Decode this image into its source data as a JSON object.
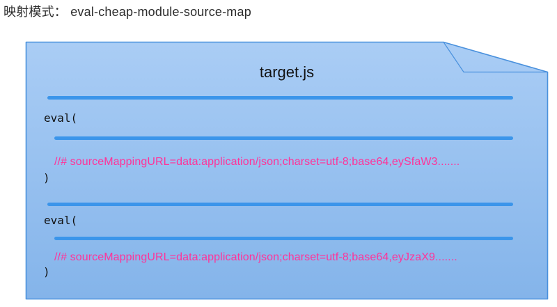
{
  "header": {
    "label": "映射模式：",
    "mode": "eval-cheap-module-source-map"
  },
  "document": {
    "title": "target.js",
    "blocks": [
      {
        "eval_open": "eval(",
        "source_mapping": "//# sourceMappingURL=data:application/json;charset=utf-8;base64,eySfaW3.......",
        "eval_close": ")"
      },
      {
        "eval_open": "eval(",
        "source_mapping": "//# sourceMappingURL=data:application/json;charset=utf-8;base64,eyJzaX9.......",
        "eval_close": ")"
      }
    ]
  },
  "colors": {
    "shape_fill_top": "#aacdf5",
    "shape_fill_bottom": "#84b4ea",
    "shape_border": "#4a91dd",
    "code_rule": "#3b95ea",
    "mapping_text": "#ff3399",
    "code_text": "#111111",
    "title_text": "#2b2b2b"
  }
}
